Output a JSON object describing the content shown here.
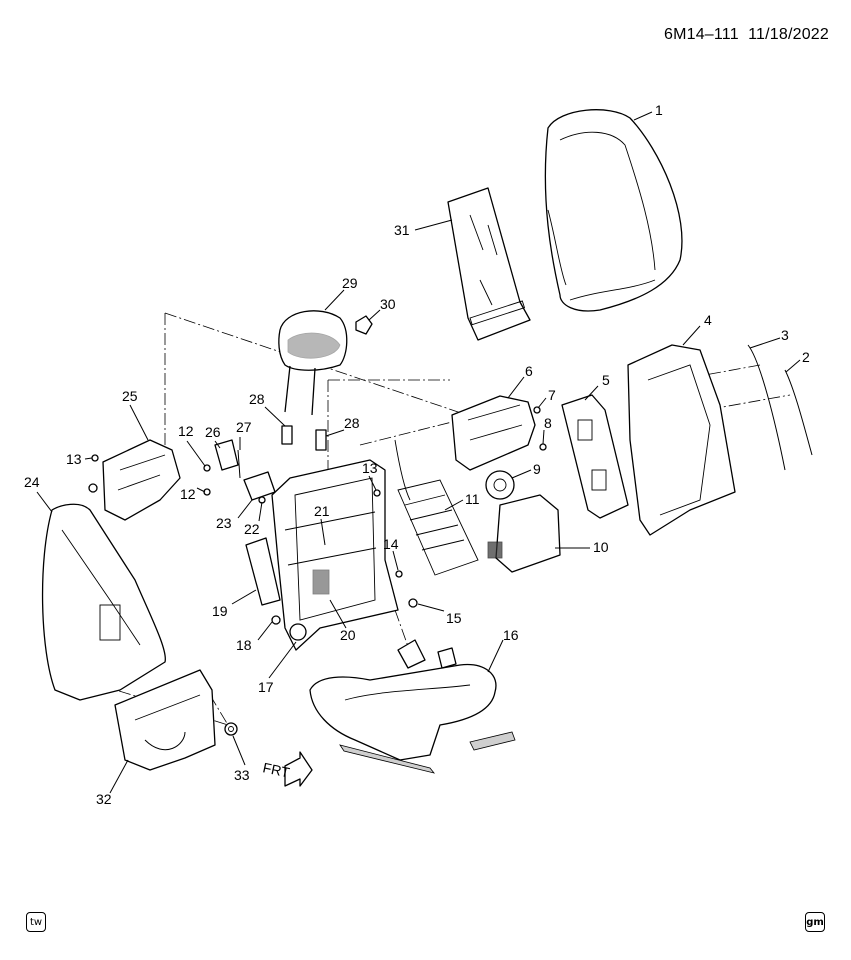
{
  "header": {
    "code": "6M14–111",
    "date": "11/18/2022"
  },
  "callouts": [
    "1",
    "2",
    "3",
    "4",
    "5",
    "6",
    "7",
    "8",
    "9",
    "10",
    "11",
    "12",
    "12",
    "13",
    "13",
    "14",
    "15",
    "16",
    "17",
    "18",
    "19",
    "20",
    "21",
    "22",
    "23",
    "24",
    "25",
    "26",
    "27",
    "28",
    "28",
    "29",
    "30",
    "31",
    "32",
    "33"
  ],
  "front_arrow_label": "FRT",
  "footer": {
    "left_badge": "tw",
    "right_badge": "gm"
  }
}
